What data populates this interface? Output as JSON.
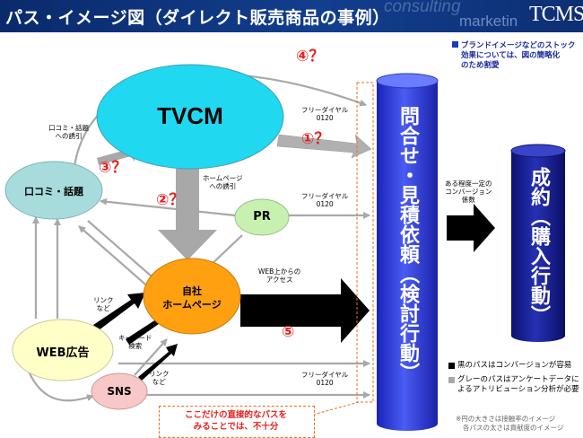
{
  "header": {
    "title": "パス・イメージ図（ダイレクト販売商品の事例）",
    "watermark_consulting": "consulting",
    "watermark_marketing": "marketin",
    "logo": "TCMS"
  },
  "top_note": {
    "line1": "ブランドイメージなどのストック",
    "line2": "効果については、図の簡略化",
    "line3": "のため割愛"
  },
  "nodes": {
    "tvcm": "TVCM",
    "kuchikomi": "口コミ・話題",
    "pr": "PR",
    "homepage_line1": "自社",
    "homepage_line2": "ホームページ",
    "web_ad": "WEB広告",
    "sns": "SNS",
    "inquiry": "問合せ・見積依頼（検討行動）",
    "contract": "成約（購入行動）"
  },
  "labels": {
    "kuchikomi_induce_1": "口コミ・話題",
    "kuchikomi_induce_2": "への誘引",
    "freedial_1": "フリーダイヤル",
    "freedial_2": "0120",
    "hp_induce_1": "ホームページ",
    "hp_induce_2": "への誘引",
    "link_1": "リンク",
    "link_2": "など",
    "keyword_1": "キーワード",
    "keyword_2": "検索",
    "web_access_1": "WEB上からの",
    "web_access_2": "アクセス",
    "conversion_1": "ある程度一定の",
    "conversion_2": "コンバージョン",
    "conversion_3": "係数"
  },
  "numbers": {
    "n1": "①？",
    "n2": "②？",
    "n3": "③？",
    "n4": "④？",
    "n5": "⑤"
  },
  "callout": {
    "line1": "ここだけの直接的なパスを",
    "line2": "みることでは、不十分"
  },
  "legend": {
    "black": "黒のパスはコンバージョンが容易",
    "gray_1": "グレーのパスはアンケートデータに",
    "gray_2": "よるアトリビューション分析が必要"
  },
  "footnote": {
    "line1": "※円の大きさは接触率のイメージ",
    "line2": "各パスの太さは貢献度のイメージ"
  },
  "colors": {
    "header_bg": "#123e8e",
    "tvcm": "#20d8f0",
    "kuchikomi": "#a8dcdc",
    "pr": "#c8f0b0",
    "homepage": "#ffa010",
    "web_ad": "#ffffc8",
    "sns": "#f8c8c8",
    "bar_blue": "#2a3ad8",
    "bar_navy": "#141a8a",
    "arrow_gray": "#b0b0b0",
    "accent_red": "#e62020"
  }
}
